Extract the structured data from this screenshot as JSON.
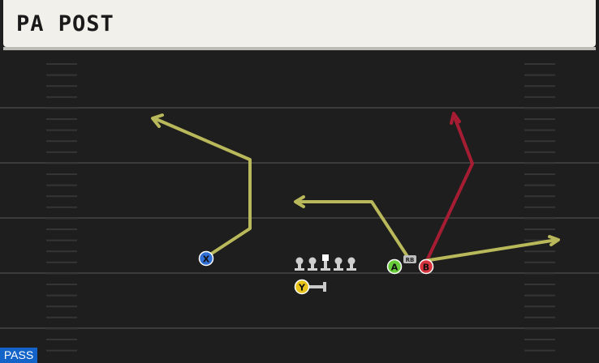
{
  "play": {
    "name": "PA POST",
    "type_tag": "PASS"
  },
  "players": {
    "x": {
      "label": "X",
      "color": "#2f6fd6"
    },
    "y": {
      "label": "Y",
      "color": "#e8c31c"
    },
    "a": {
      "label": "A",
      "color": "#69cc3a"
    },
    "b": {
      "label": "B",
      "color": "#d8343d"
    },
    "rb_tag": "RB"
  },
  "colors": {
    "route_default": "#b9b85a",
    "route_primary": "#a61d33",
    "field": "#1e1e1e",
    "yard_line": "#3c3c3c"
  },
  "icons": [
    "arrow-head-icon",
    "block-icon"
  ]
}
